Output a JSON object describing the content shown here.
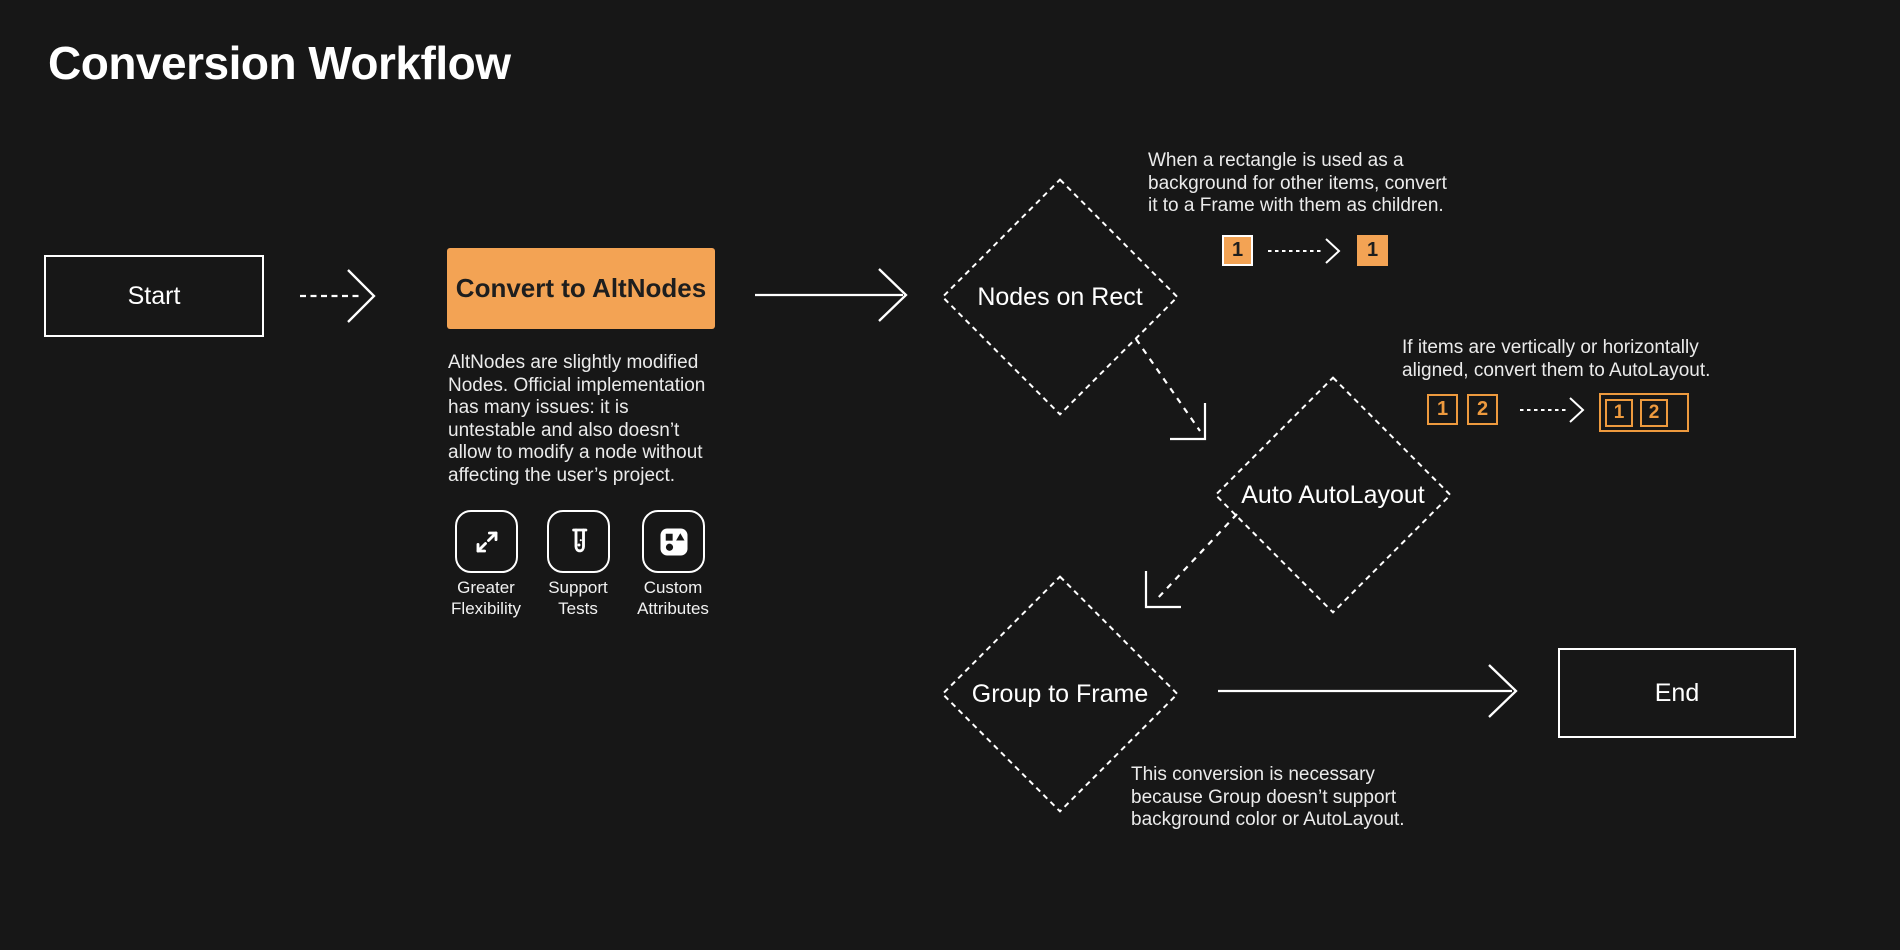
{
  "title": "Conversion Workflow",
  "colors": {
    "background": "#171717",
    "accent_fill": "#F3A354",
    "accent_stroke": "#EE9A3E",
    "text": "#FFFFFF",
    "body_text": "#EBEBEB",
    "dark_text": "#1E1E1E"
  },
  "start": {
    "label": "Start"
  },
  "convert": {
    "label": "Convert to AltNodes",
    "description": "AltNodes are slightly modified\nNodes. Official implementation\nhas many issues: it is\nuntestable and also doesn’t\nallow to modify a node without\naffecting the user’s project."
  },
  "features": [
    {
      "icon": "expand-diagonal-icon",
      "label": "Greater\nFlexibility"
    },
    {
      "icon": "test-tube-icon",
      "label": "Support\nTests"
    },
    {
      "icon": "shapes-icon",
      "label": "Custom\nAttributes"
    }
  ],
  "decisions": [
    {
      "label": "Nodes on Rect",
      "note": "When a rectangle is used as a\nbackground for other items, convert\nit to a Frame with them as children."
    },
    {
      "label": "Auto AutoLayout",
      "note": "If items are vertically or horizontally\naligned, convert them to AutoLayout."
    },
    {
      "label": "Group to Frame",
      "note": "This conversion is necessary\nbecause Group doesn’t support\nbackground color or AutoLayout."
    }
  ],
  "end": {
    "label": "End"
  },
  "mini_rect_to_frame": {
    "before": "1",
    "after": "1"
  },
  "mini_autolayout": {
    "before": [
      "1",
      "2"
    ],
    "after": [
      "1",
      "2"
    ]
  }
}
